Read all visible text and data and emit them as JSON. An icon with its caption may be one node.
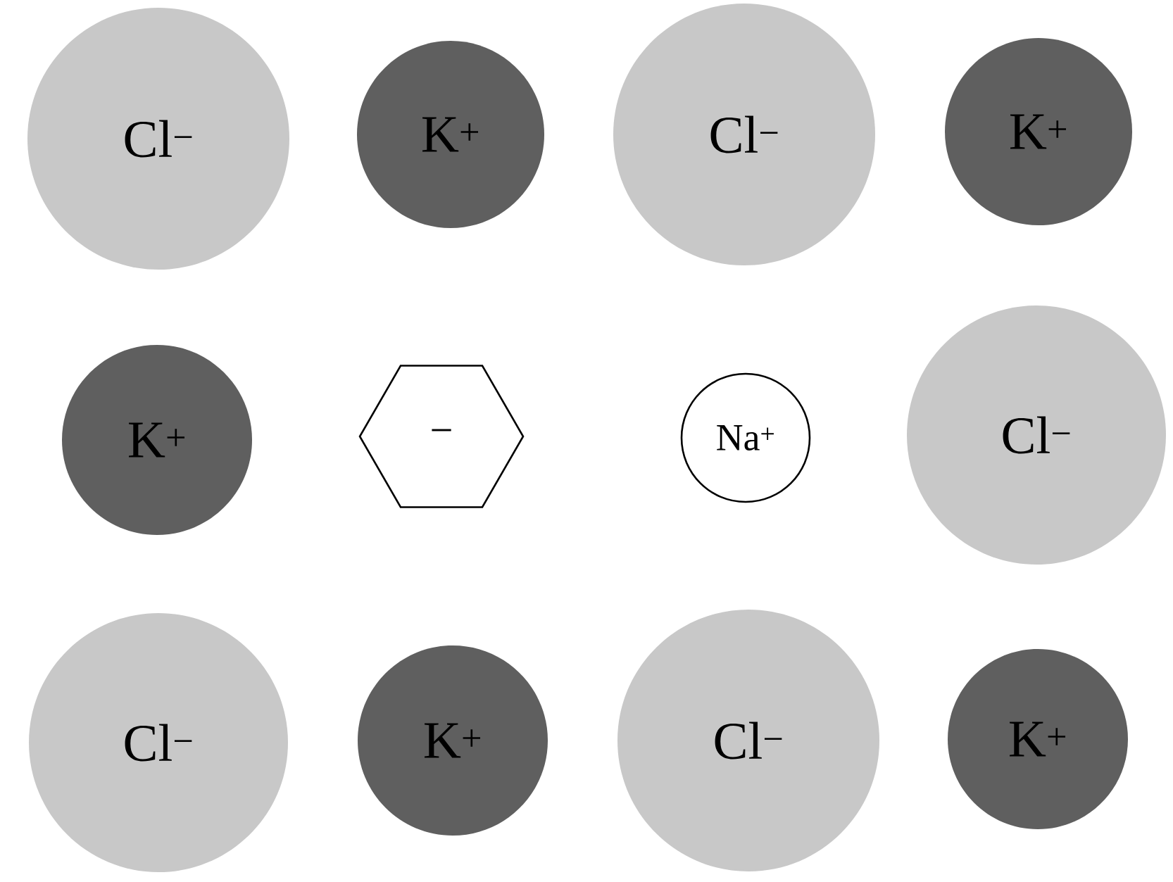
{
  "diagram": {
    "nodes": [
      {
        "text": [
          "Cl$^{−}$"
        ]
      },
      {
        "text": [
          "K$^{+}$"
        ]
      },
      {
        "text": [
          "Cl$^{−}$"
        ]
      },
      {
        "text": [
          "K$^{+}$"
        ]
      },
      {
        "text": [
          "K$^{+}$"
        ]
      },
      {
        "text": [
          "−"
        ]
      },
      {
        "text": [
          "Na$^{+}$"
        ]
      },
      {
        "text": [
          "Cl$^{−}$"
        ]
      },
      {
        "text": [
          "Cl$^{−}$"
        ]
      },
      {
        "text": [
          "K$^{+}$"
        ]
      },
      {
        "text": [
          "Cl$^{−}$"
        ]
      },
      {
        "text": [
          "K$^{+}$"
        ]
      }
    ]
  }
}
